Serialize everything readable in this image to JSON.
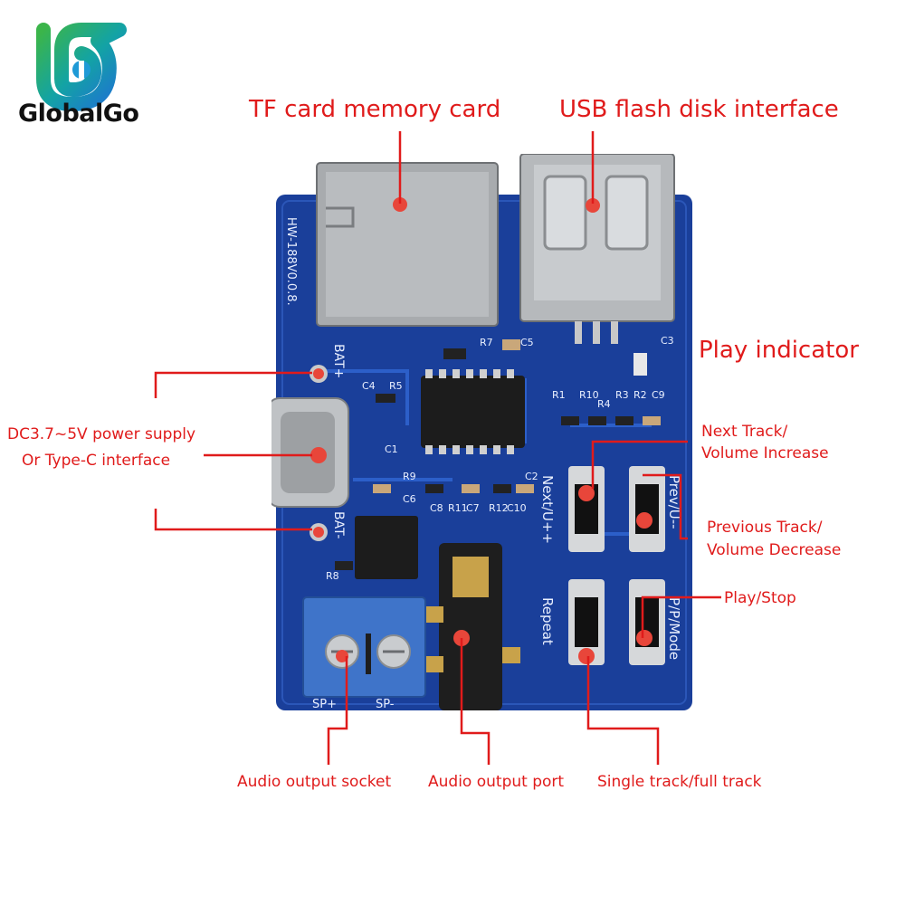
{
  "brand": {
    "name": "GlobalGo",
    "colors": {
      "blue": "#1f9ad6",
      "green": "#3bb54a",
      "teal": "#13a3a4"
    }
  },
  "labels": {
    "tf_card": "TF card memory card",
    "usb": "USB flash disk interface",
    "play_indicator": "Play indicator",
    "power_line1": "DC3.7~5V power supply",
    "power_line2": "Or Type-C interface",
    "next_line1": "Next Track/",
    "next_line2": "Volume Increase",
    "prev_line1": "Previous Track/",
    "prev_line2": "Volume Decrease",
    "play_stop": "Play/Stop",
    "audio_socket": "Audio output socket",
    "audio_port": "Audio output port",
    "single_full": "Single track/full track"
  },
  "board": {
    "model": "HW-188V0.0.8.",
    "bat_plus": "BAT+",
    "bat_minus": "BAT-",
    "next": "Next/U++",
    "prev": "Prev/U--",
    "repeat": "Repeat",
    "mode": "P/P/Mode",
    "sp_plus": "SP+",
    "sp_minus": "SP-",
    "components": [
      "C5",
      "R7",
      "R5",
      "C4",
      "C1",
      "R9",
      "C6",
      "C8",
      "C7",
      "R11",
      "R12",
      "C10",
      "C2",
      "R8",
      "R1",
      "R10",
      "R4",
      "R3",
      "R2",
      "C9",
      "C3"
    ]
  },
  "colors": {
    "label": "#e01b1b",
    "pcb": "#1a3f9a",
    "pcb_dark": "#10307d",
    "marker": "#e8463a"
  }
}
